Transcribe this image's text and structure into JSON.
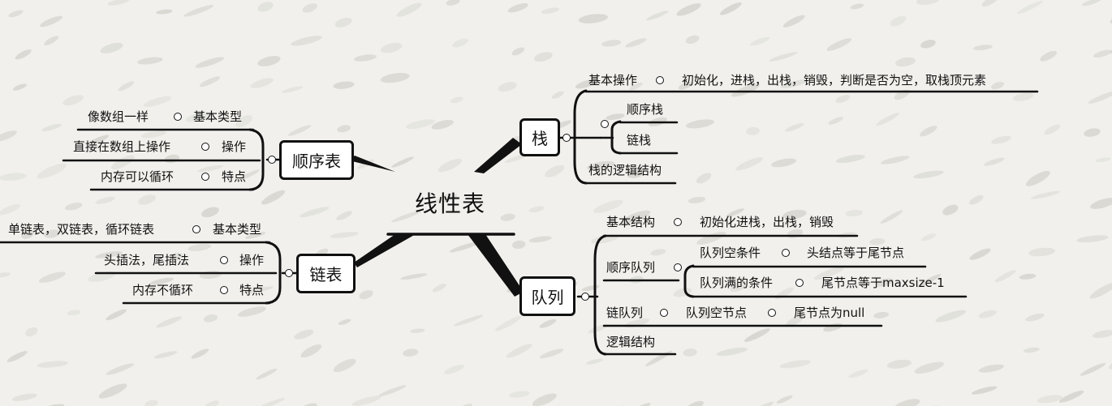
{
  "center": {
    "label": "线性表"
  },
  "stack": {
    "label": "栈",
    "basic_op": {
      "label": "基本操作",
      "detail": "初始化，进栈，出栈，销毁，判断是否为空，取栈顶元素"
    },
    "seq_stack": "顺序栈",
    "link_stack": "链栈",
    "logic": "栈的逻辑结构"
  },
  "queue": {
    "label": "队列",
    "basic": {
      "label": "基本结构",
      "detail": "初始化进栈，出栈，销毁"
    },
    "seq_queue": {
      "label": "顺序队列",
      "empty": {
        "label": "队列空条件",
        "detail": "头结点等于尾节点"
      },
      "full": {
        "label": "队列满的条件",
        "detail": "尾节点等于maxsize-1"
      }
    },
    "link_queue": {
      "label": "链队列",
      "empty": "队列空节点",
      "detail": "尾节点为null"
    },
    "logic": "逻辑结构"
  },
  "seqlist": {
    "label": "顺序表",
    "type": {
      "label": "基本类型",
      "detail": "像数组一样"
    },
    "op": {
      "label": "操作",
      "detail": "直接在数组上操作"
    },
    "feature": {
      "label": "特点",
      "detail": "内存可以循环"
    }
  },
  "linklist": {
    "label": "链表",
    "type": {
      "label": "基本类型",
      "detail": "单链表，双链表，循环链表"
    },
    "op": {
      "label": "操作",
      "detail": "头插法，尾插法"
    },
    "feature": {
      "label": "特点",
      "detail": "内存不循环"
    }
  }
}
